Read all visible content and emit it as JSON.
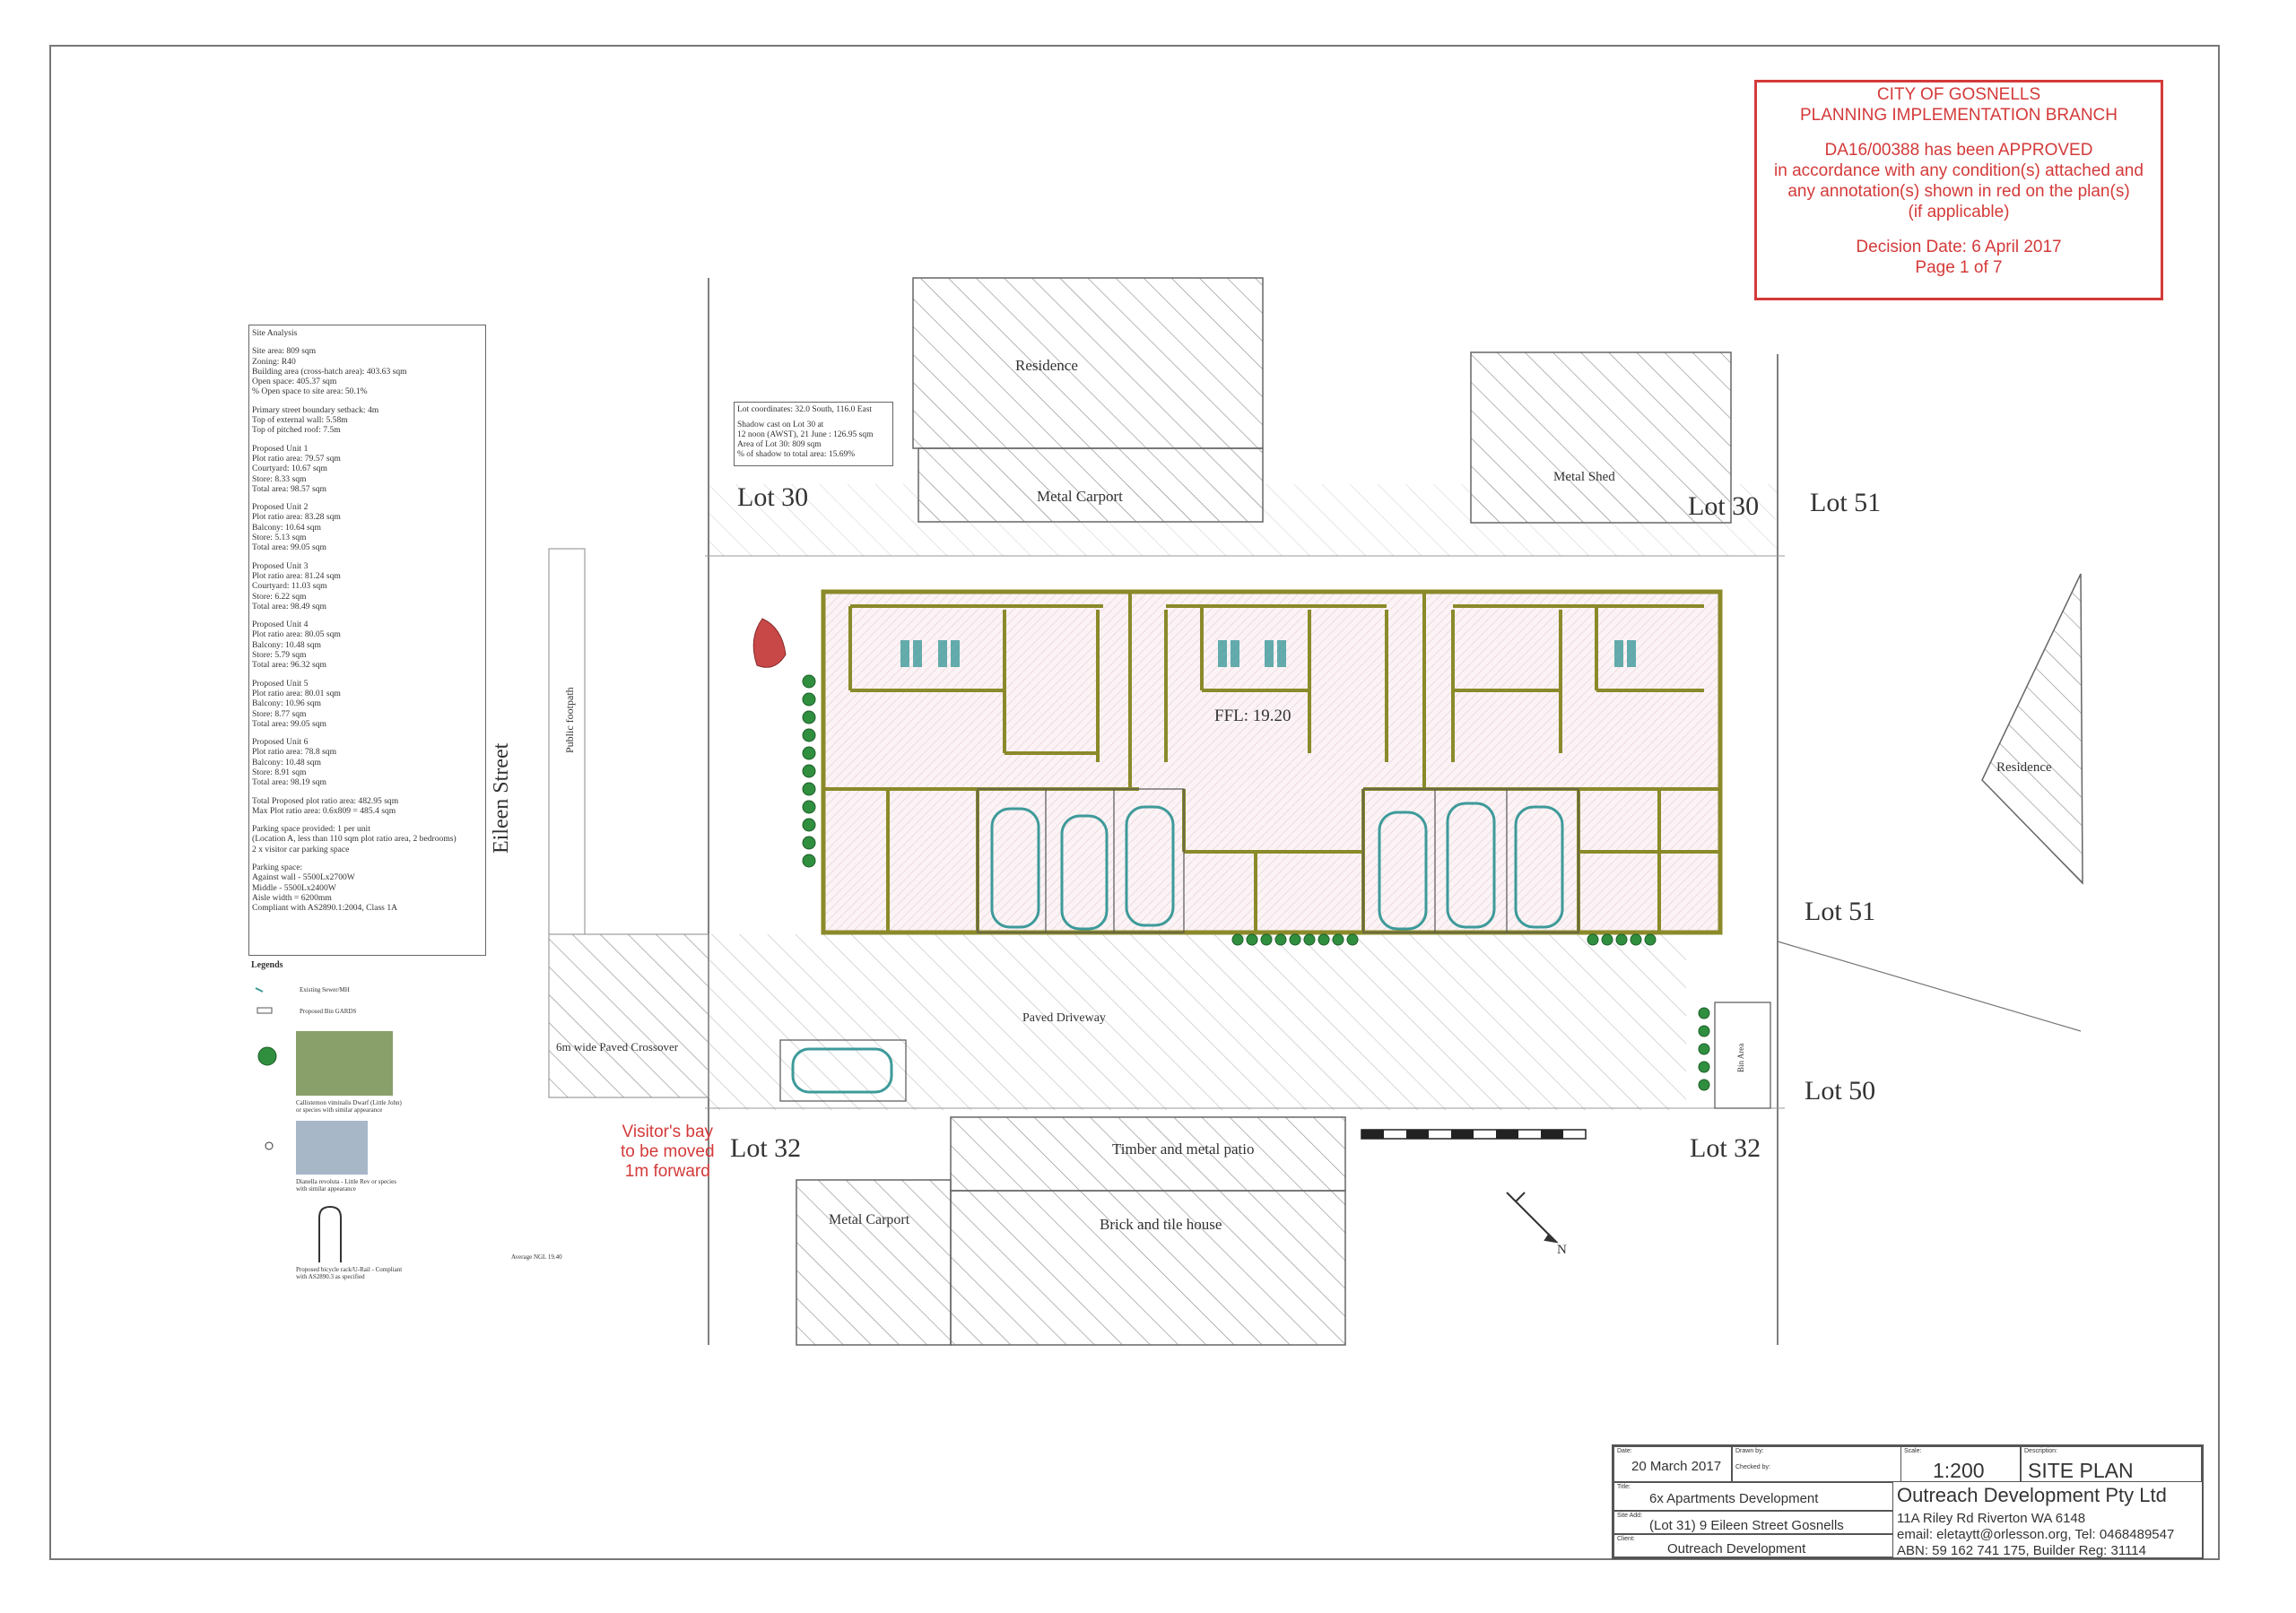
{
  "approval": {
    "line1": "CITY OF GOSNELLS",
    "line2": "PLANNING IMPLEMENTATION BRANCH",
    "line3": "DA16/00388 has been APPROVED",
    "line4": "in accordance with any condition(s) attached and",
    "line5": "any annotation(s) shown in red on the plan(s)",
    "line6": "(if applicable)",
    "line7": "Decision Date: 6 April 2017",
    "line8": "Page 1 of 7"
  },
  "site_analysis": {
    "title": "Site Analysis",
    "general": [
      "Site area: 809 sqm",
      "Zoning: R40",
      "Building area (cross-hatch area): 403.63 sqm",
      "Open space: 405.37 sqm",
      "% Open space to site area: 50.1%"
    ],
    "setbacks": [
      "Primary street boundary setback: 4m",
      "Top of external wall: 5.58m",
      "Top of pitched roof: 7.5m"
    ],
    "unit1": [
      "Proposed Unit 1",
      "Plot ratio area: 79.57 sqm",
      "Courtyard: 10.67 sqm",
      "Store: 8.33 sqm",
      "Total area: 98.57 sqm"
    ],
    "unit2": [
      "Proposed Unit 2",
      "Plot ratio area: 83.28 sqm",
      "Balcony: 10.64 sqm",
      "Store: 5.13 sqm",
      "Total area: 99.05 sqm"
    ],
    "unit3": [
      "Proposed Unit 3",
      "Plot ratio area: 81.24 sqm",
      "Courtyard: 11.03 sqm",
      "Store: 6.22 sqm",
      "Total area: 98.49 sqm"
    ],
    "unit4": [
      "Proposed Unit 4",
      "Plot ratio area: 80.05 sqm",
      "Balcony: 10.48 sqm",
      "Store: 5.79 sqm",
      "Total area: 96.32 sqm"
    ],
    "unit5": [
      "Proposed Unit 5",
      "Plot ratio area: 80.01 sqm",
      "Balcony: 10.96 sqm",
      "Store: 8.77 sqm",
      "Total area: 99.05 sqm"
    ],
    "unit6": [
      "Proposed Unit 6",
      "Plot ratio area: 78.8 sqm",
      "Balcony: 10.48 sqm",
      "Store: 8.91 sqm",
      "Total area: 98.19 sqm"
    ],
    "totals": [
      "Total Proposed plot ratio area: 482.95 sqm",
      "Max Plot ratio area: 0.6x809 = 485.4 sqm"
    ],
    "parking": [
      "Parking space provided: 1 per unit",
      "(Location A, less than 110 sqm plot ratio area, 2 bedrooms)",
      "2 x visitor car parking space"
    ],
    "parking_space": [
      "Parking space:",
      "Against wall - 5500Lx2700W",
      "Middle - 5500Lx2400W",
      "Aisle width = 6200mm",
      "Compliant with AS2890.1:2004, Class 1A"
    ]
  },
  "legend": {
    "title": "Legends",
    "item1": "Existing Sewer/MH",
    "item2": "Proposed Bin GARDS",
    "item3": "Callistemon viminalis Dwarf (Little John) or species with similar appearance",
    "item4": "Dianella revoluta - Little Rev or species with similar appearance",
    "item5": "Proposed bicycle rack/U-Rail - Compliant with AS2890.3 as specified"
  },
  "shadow_note": [
    "Lot coordinates: 32.0 South, 116.0 East",
    "",
    "Shadow cast on Lot 30 at",
    "12 noon (AWST), 21 June : 126.95 sqm",
    "Area of Lot 30: 809 sqm",
    "% of shadow to total area: 15.69%"
  ],
  "plan": {
    "lot30_left": "Lot 30",
    "lot30_right": "Lot 30",
    "lot51_top": "Lot 51",
    "lot51_mid": "Lot 51",
    "lot50": "Lot 50",
    "lot32_left": "Lot 32",
    "lot32_right": "Lot 32",
    "residence_top": "Residence",
    "residence_right": "Residence",
    "metal_carport_top": "Metal Carport",
    "metal_shed": "Metal Shed",
    "metal_carport_bottom": "Metal Carport",
    "timber_patio": "Timber and metal patio",
    "brick_house": "Brick and tile house",
    "eileen_street": "Eileen Street",
    "public_footpath": "Public footpath",
    "paved_crossover": "6m wide Paved Crossover",
    "paved_driveway": "Paved Driveway",
    "bin_area": "Bin Area",
    "ffl": "FFL: 19.20",
    "north": "N",
    "avg_ngl": "Average NGL 19.40"
  },
  "red_note": [
    "Visitor's bay",
    "to be moved",
    "1m forward"
  ],
  "title_block": {
    "date_label": "Date:",
    "date": "20 March 2017",
    "drawn_label": "Drawn by:",
    "checked_label": "Checked by:",
    "scale_label": "Scale:",
    "scale": "1:200",
    "desc_label": "Description:",
    "desc": "SITE PLAN",
    "title_label": "Title:",
    "title": "6x Apartments Development",
    "site_label": "Site Add:",
    "site": "(Lot 31) 9 Eileen Street Gosnells",
    "client_label": "Client:",
    "client": "Outreach Development",
    "company": "Outreach Development Pty Ltd",
    "address": "11A Riley Rd Riverton WA 6148",
    "contact": "email: eletaytt@orlesson.org, Tel: 0468489547",
    "abn": "ABN: 59 162 741 175, Builder Reg: 31114"
  },
  "colors": {
    "red": "#d43a3a",
    "wall": "#8b8a2a",
    "car": "#3e9a9a",
    "hatch": "#9a9a9a",
    "green": "#2f8f3f"
  }
}
